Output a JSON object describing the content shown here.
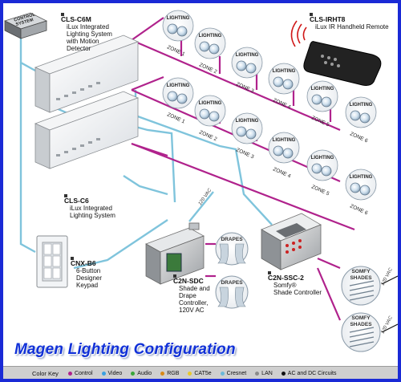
{
  "title": "Magen Lighting Configuration",
  "devices": {
    "control_system": {
      "line1": "CONTROL",
      "line2": "SYSTEM"
    },
    "cls_c6m": {
      "model": "CLS-C6M",
      "desc": [
        "iLux Integrated",
        "Lighting System",
        "with Motion",
        "Detector"
      ]
    },
    "cls_c6": {
      "model": "CLS-C6",
      "desc": [
        "iLux Integrated",
        "Lighting System"
      ]
    },
    "cls_irht8": {
      "model": "CLS-IRHT8",
      "desc": [
        "iLux IR Handheld Remote"
      ]
    },
    "cnx_b6": {
      "model": "CNX-B6",
      "desc": [
        "6-Button",
        "Designer",
        "Keypad"
      ]
    },
    "c2n_sdc": {
      "model": "C2N-SDC",
      "desc": [
        "Shade and",
        "Drape",
        "Controller,",
        "120V AC"
      ]
    },
    "c2n_ssc2": {
      "model": "C2N-SSC-2",
      "desc": [
        "Somfy®",
        "Shade Controller"
      ]
    }
  },
  "fixture_label": "LIGHTING",
  "zones_top": [
    "ZONE 1",
    "ZONE 2",
    "ZONE 3",
    "ZONE 4",
    "ZONE 5",
    "ZONE 6"
  ],
  "zones_bottom": [
    "ZONE 1",
    "ZONE 2",
    "ZONE 3",
    "ZONE 4",
    "ZONE 5",
    "ZONE 6"
  ],
  "drapes_label": "DRAPES",
  "shades_line1": "SOMFY",
  "shades_line2": "SHADES",
  "voltage_label": "120 VAC",
  "color_key": {
    "title": "Color Key",
    "items": [
      {
        "label": "Control",
        "color": "#b0228c"
      },
      {
        "label": "Video",
        "color": "#3aa0e0"
      },
      {
        "label": "Audio",
        "color": "#3aa63a"
      },
      {
        "label": "RGB",
        "color": "#d88a18"
      },
      {
        "label": "CAT5e",
        "color": "#e8c82a"
      },
      {
        "label": "Cresnet",
        "color": "#6ab8d8"
      },
      {
        "label": "LAN",
        "color": "#8a8a8a"
      },
      {
        "label": "AC and DC Circuits",
        "color": "#111111"
      }
    ]
  },
  "colors": {
    "control_line": "#b0228c",
    "cresnet_line": "#7fc4dc",
    "title_blue": "#1030d8",
    "border": "#1a2ad6"
  }
}
